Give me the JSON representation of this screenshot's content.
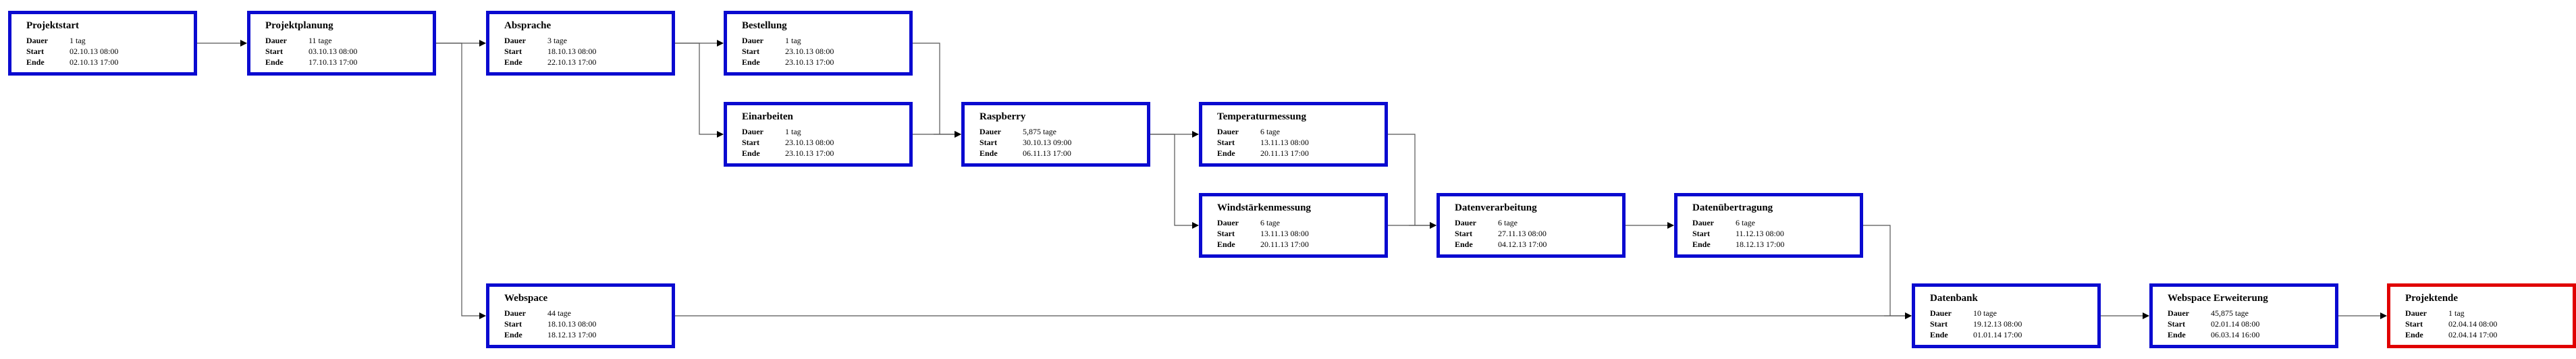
{
  "labels": {
    "duration": "Dauer",
    "start": "Start",
    "end": "Ende"
  },
  "tasks": [
    {
      "id": "projektstart",
      "title": "Projektstart",
      "dauer": "1 tag",
      "start": "02.10.13 08:00",
      "ende": "02.10.13 17:00"
    },
    {
      "id": "projektplanung",
      "title": "Projektplanung",
      "dauer": "11 tage",
      "start": "03.10.13 08:00",
      "ende": "17.10.13 17:00"
    },
    {
      "id": "absprache",
      "title": "Absprache",
      "dauer": "3 tage",
      "start": "18.10.13 08:00",
      "ende": "22.10.13 17:00"
    },
    {
      "id": "bestellung",
      "title": "Bestellung",
      "dauer": "1 tag",
      "start": "23.10.13 08:00",
      "ende": "23.10.13 17:00"
    },
    {
      "id": "einarbeiten",
      "title": "Einarbeiten",
      "dauer": "1 tag",
      "start": "23.10.13 08:00",
      "ende": "23.10.13 17:00"
    },
    {
      "id": "raspberry",
      "title": "Raspberry",
      "dauer": "5,875 tage",
      "start": "30.10.13 09:00",
      "ende": "06.11.13 17:00"
    },
    {
      "id": "temperaturmessung",
      "title": "Temperaturmessung",
      "dauer": "6 tage",
      "start": "13.11.13 08:00",
      "ende": "20.11.13 17:00"
    },
    {
      "id": "windstaerkenmessung",
      "title": "Windstärkenmessung",
      "dauer": "6 tage",
      "start": "13.11.13 08:00",
      "ende": "20.11.13 17:00"
    },
    {
      "id": "datenverarbeitung",
      "title": "Datenverarbeitung",
      "dauer": "6 tage",
      "start": "27.11.13 08:00",
      "ende": "04.12.13 17:00"
    },
    {
      "id": "datenuebertragung",
      "title": "Datenübertragung",
      "dauer": "6 tage",
      "start": "11.12.13 08:00",
      "ende": "18.12.13 17:00"
    },
    {
      "id": "webspace",
      "title": "Webspace",
      "dauer": "44 tage",
      "start": "18.10.13 08:00",
      "ende": "18.12.13 17:00"
    },
    {
      "id": "datenbank",
      "title": "Datenbank",
      "dauer": "10 tage",
      "start": "19.12.13 08:00",
      "ende": "01.01.14 17:00"
    },
    {
      "id": "webspace-erweiterung",
      "title": "Webspace Erweiterung",
      "dauer": "45,875 tage",
      "start": "02.01.14 08:00",
      "ende": "06.03.14 16:00"
    },
    {
      "id": "projektende",
      "title": "Projektende",
      "dauer": "1 tag",
      "start": "02.04.14 08:00",
      "ende": "02.04.14 17:00"
    }
  ],
  "dependencies": [
    [
      "projektstart",
      "projektplanung"
    ],
    [
      "projektplanung",
      "absprache"
    ],
    [
      "projektplanung",
      "webspace"
    ],
    [
      "absprache",
      "bestellung"
    ],
    [
      "absprache",
      "einarbeiten"
    ],
    [
      "bestellung",
      "raspberry"
    ],
    [
      "einarbeiten",
      "raspberry"
    ],
    [
      "raspberry",
      "temperaturmessung"
    ],
    [
      "raspberry",
      "windstaerkenmessung"
    ],
    [
      "temperaturmessung",
      "datenverarbeitung"
    ],
    [
      "windstaerkenmessung",
      "datenverarbeitung"
    ],
    [
      "datenverarbeitung",
      "datenuebertragung"
    ],
    [
      "datenuebertragung",
      "datenbank"
    ],
    [
      "webspace",
      "datenbank"
    ],
    [
      "datenbank",
      "webspace-erweiterung"
    ],
    [
      "webspace-erweiterung",
      "projektende"
    ]
  ]
}
